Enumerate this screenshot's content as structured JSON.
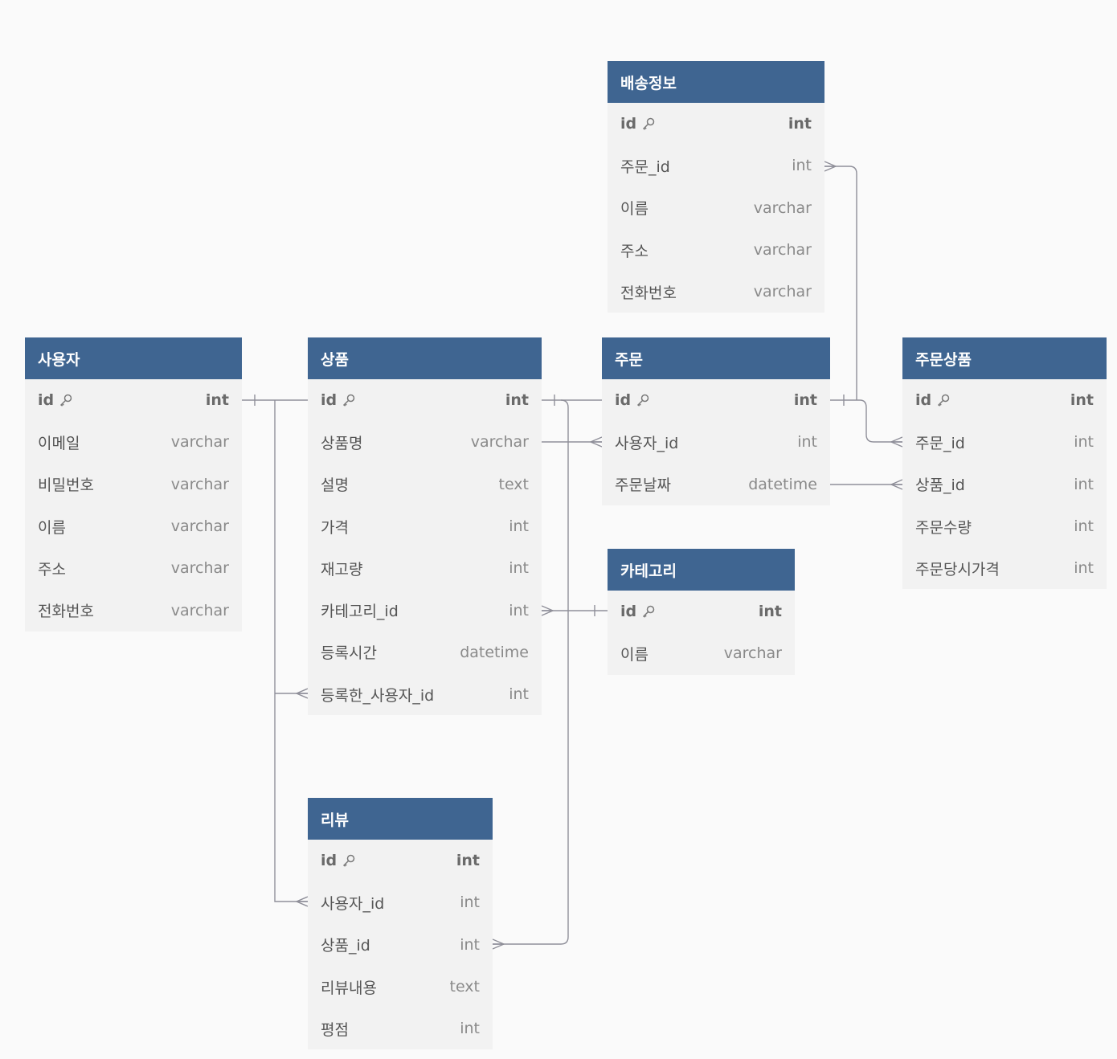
{
  "colors": {
    "header_bg": "#3f6591",
    "header_text": "#ffffff",
    "row_bg": "#f2f2f2",
    "background": "#fafafa",
    "connector": "#8f8f99"
  },
  "icons": {
    "primary_key": "key-icon"
  },
  "tables": {
    "delivery": {
      "title": "배송정보",
      "fields": [
        {
          "name": "id",
          "type": "int",
          "pk": true
        },
        {
          "name": "주문_id",
          "type": "int"
        },
        {
          "name": "이름",
          "type": "varchar"
        },
        {
          "name": "주소",
          "type": "varchar"
        },
        {
          "name": "전화번호",
          "type": "varchar"
        }
      ]
    },
    "user": {
      "title": "사용자",
      "fields": [
        {
          "name": "id",
          "type": "int",
          "pk": true
        },
        {
          "name": "이메일",
          "type": "varchar"
        },
        {
          "name": "비밀번호",
          "type": "varchar"
        },
        {
          "name": "이름",
          "type": "varchar"
        },
        {
          "name": "주소",
          "type": "varchar"
        },
        {
          "name": "전화번호",
          "type": "varchar"
        }
      ]
    },
    "product": {
      "title": "상품",
      "fields": [
        {
          "name": "id",
          "type": "int",
          "pk": true
        },
        {
          "name": "상품명",
          "type": "varchar"
        },
        {
          "name": "설명",
          "type": "text"
        },
        {
          "name": "가격",
          "type": "int"
        },
        {
          "name": "재고량",
          "type": "int"
        },
        {
          "name": "카테고리_id",
          "type": "int"
        },
        {
          "name": "등록시간",
          "type": "datetime"
        },
        {
          "name": "등록한_사용자_id",
          "type": "int"
        }
      ]
    },
    "order": {
      "title": "주문",
      "fields": [
        {
          "name": "id",
          "type": "int",
          "pk": true
        },
        {
          "name": "사용자_id",
          "type": "int"
        },
        {
          "name": "주문날짜",
          "type": "datetime"
        }
      ]
    },
    "order_item": {
      "title": "주문상품",
      "fields": [
        {
          "name": "id",
          "type": "int",
          "pk": true
        },
        {
          "name": "주문_id",
          "type": "int"
        },
        {
          "name": "상품_id",
          "type": "int"
        },
        {
          "name": "주문수량",
          "type": "int"
        },
        {
          "name": "주문당시가격",
          "type": "int"
        }
      ]
    },
    "category": {
      "title": "카테고리",
      "fields": [
        {
          "name": "id",
          "type": "int",
          "pk": true
        },
        {
          "name": "이름",
          "type": "varchar"
        }
      ]
    },
    "review": {
      "title": "리뷰",
      "fields": [
        {
          "name": "id",
          "type": "int",
          "pk": true
        },
        {
          "name": "사용자_id",
          "type": "int"
        },
        {
          "name": "상품_id",
          "type": "int"
        },
        {
          "name": "리뷰내용",
          "type": "text"
        },
        {
          "name": "평점",
          "type": "int"
        }
      ]
    }
  },
  "relationships": [
    {
      "from": "user.id",
      "to": "product.등록한_사용자_id",
      "cardinality": "one-to-many"
    },
    {
      "from": "user.id",
      "to": "review.사용자_id",
      "cardinality": "one-to-many"
    },
    {
      "from": "user.id",
      "to": "order.사용자_id",
      "cardinality": "one-to-many"
    },
    {
      "from": "product.id",
      "to": "review.상품_id",
      "cardinality": "one-to-many"
    },
    {
      "from": "product.id",
      "to": "order_item.상품_id",
      "cardinality": "one-to-many"
    },
    {
      "from": "category.id",
      "to": "product.카테고리_id",
      "cardinality": "one-to-many"
    },
    {
      "from": "order.id",
      "to": "delivery.주문_id",
      "cardinality": "one-to-many"
    },
    {
      "from": "order.id",
      "to": "order_item.주문_id",
      "cardinality": "one-to-many"
    }
  ]
}
